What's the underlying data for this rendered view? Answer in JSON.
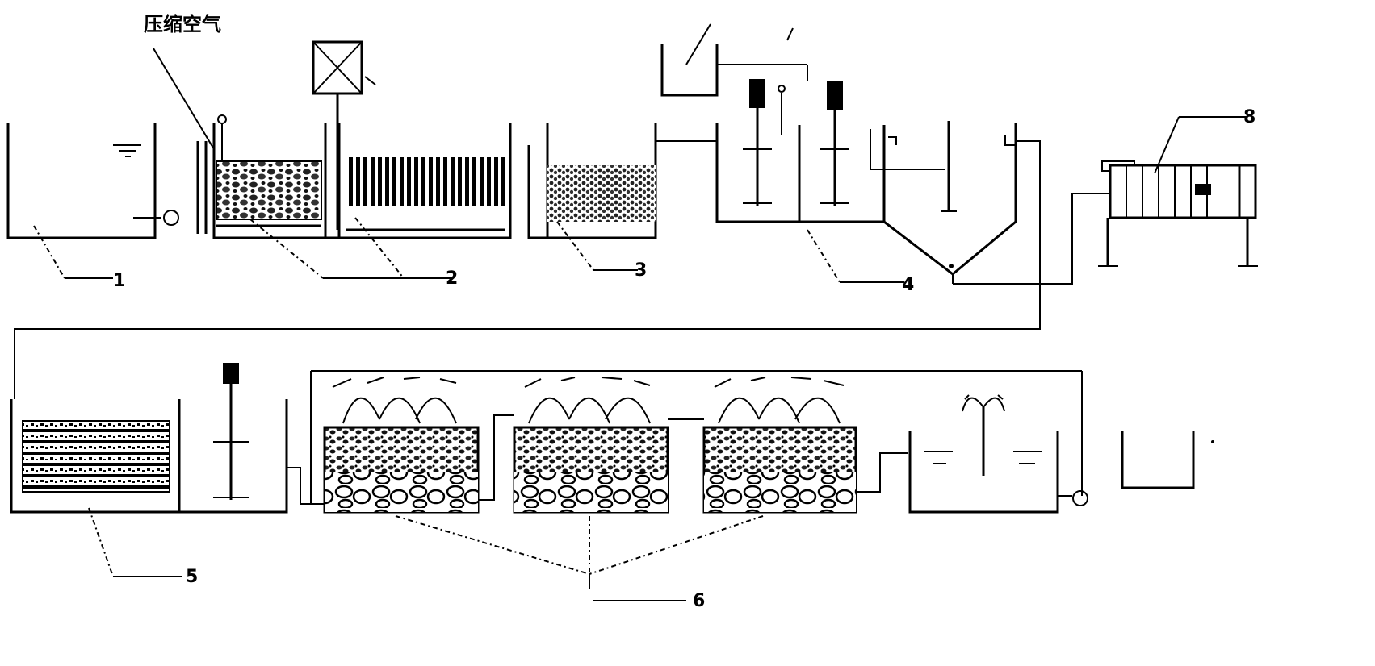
{
  "diagram": {
    "air_label": "压缩空气",
    "labels": [
      "1",
      "2",
      "3",
      "4",
      "5",
      "6",
      "8"
    ]
  }
}
